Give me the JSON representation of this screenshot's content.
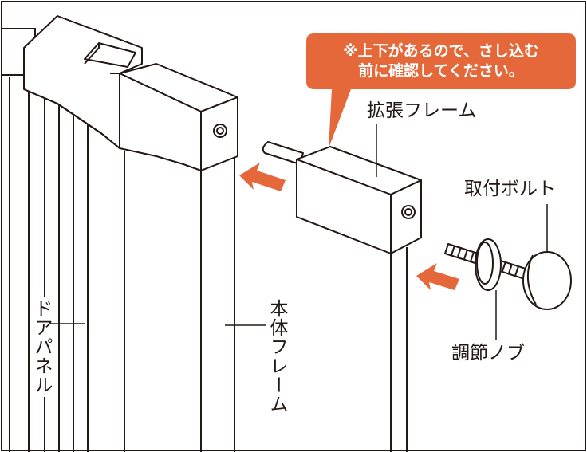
{
  "callout": {
    "line1": "※上下があるので、さし込む",
    "line2": "前に確認してください。",
    "color": "#E4683A"
  },
  "labels": {
    "expansion_frame": "拡張フレーム",
    "mounting_bolt": "取付ボルト",
    "adjust_knob": "調節ノブ",
    "main_frame": "本体フレーム",
    "door_panel": "ドアパネル"
  },
  "colors": {
    "arrow": "#E4683A",
    "line": "#231815"
  }
}
